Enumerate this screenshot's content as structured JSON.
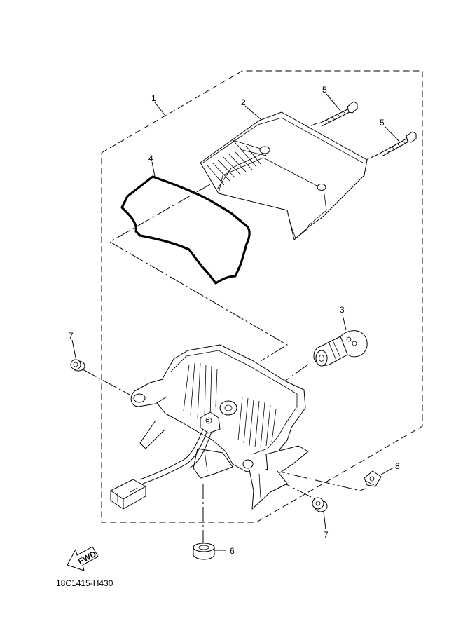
{
  "diagram": {
    "code": "18C1415-H430",
    "fwd_label": "FWD",
    "callouts": {
      "c1": "1",
      "c2": "2",
      "c3": "3",
      "c4": "4",
      "c5a": "5",
      "c5b": "5",
      "c6": "6",
      "c7a": "7",
      "c7b": "7",
      "c8": "8"
    }
  }
}
